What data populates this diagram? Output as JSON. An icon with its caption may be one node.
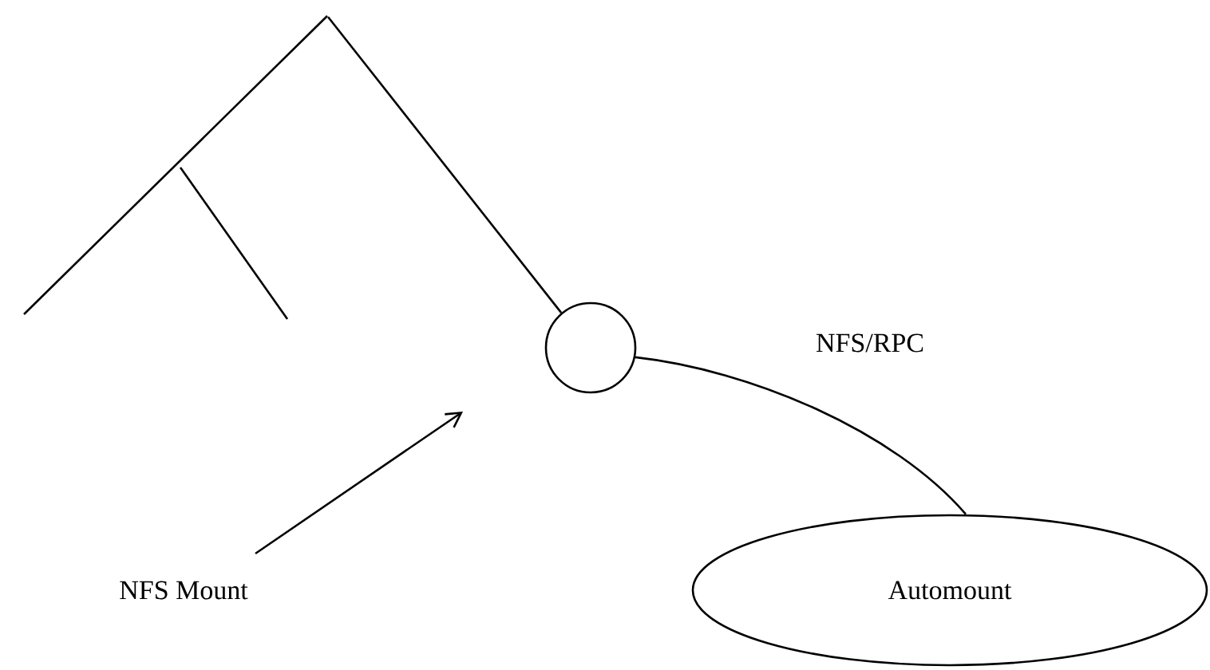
{
  "diagram": {
    "nodes": [
      {
        "text": [],
        "shape": "picture"
      },
      {
        "text": [],
        "shape": "circle"
      },
      {
        "text": [
          "Automount"
        ]
      },
      {
        "text": [
          "NFS Mount"
        ]
      }
    ],
    "edges": [
      {
        "from": 0,
        "to": 1,
        "arrow": "none"
      },
      {
        "from": 1,
        "to": 2,
        "arrow": "none",
        "label": "NFS/RPC"
      },
      {
        "from": 3,
        "to": null,
        "arrow": "to"
      }
    ]
  }
}
